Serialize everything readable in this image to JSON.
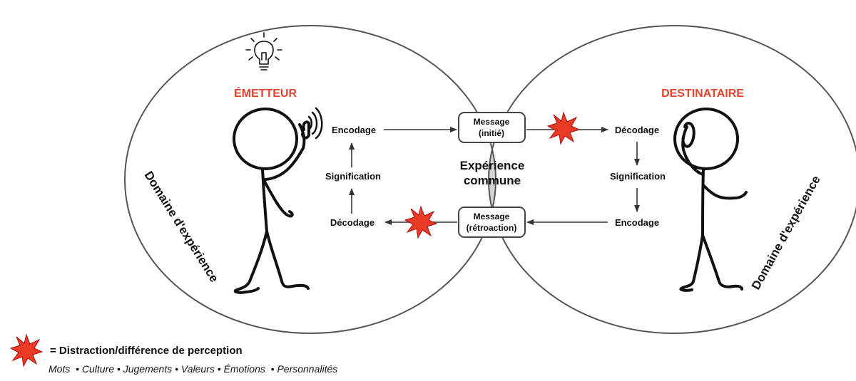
{
  "emitter": {
    "title": "ÉMETTEUR",
    "domain": "Domaine d'expérience"
  },
  "receiver": {
    "title": "DESTINATAIRE",
    "domain": "Domaine d'expérience"
  },
  "emitter_steps": {
    "encoding": "Encodage",
    "meaning": "Signification",
    "decoding": "Décodage"
  },
  "receiver_steps": {
    "decoding": "Décodage",
    "meaning": "Signification",
    "encoding": "Encodage"
  },
  "shared": {
    "line1": "Expérience",
    "line2": "commune"
  },
  "message_initiated": {
    "line1": "Message",
    "line2": "(initié)"
  },
  "message_feedback": {
    "line1": "Message",
    "line2": "(rétroaction)"
  },
  "legend": {
    "main": "= Distraction/différence de perception",
    "factors": "Mots  • Culture • Jugements • Valeurs • Émotions  • Personnalités"
  },
  "colors": {
    "accent": "#e4432d",
    "overlap": "#d4d4d6",
    "burst": "#e83a24"
  },
  "icons": [
    "lightbulb-icon",
    "sound-waves-icon",
    "distraction-burst-icon"
  ]
}
